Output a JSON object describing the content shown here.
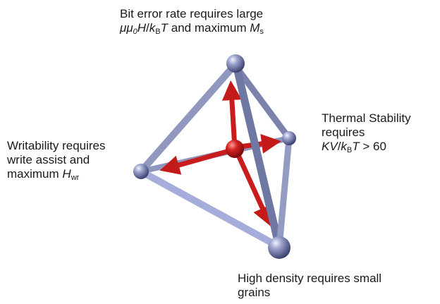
{
  "labels": {
    "top": {
      "line1": "Bit error rate requires large",
      "line2_prefix_italic": "μμ",
      "line2_sub_italic": "0",
      "line2_H": "H",
      "line2_slash": "/",
      "line2_k": "k",
      "line2_k_sub": "B",
      "line2_T": "T",
      "line2_mid": " and maximum ",
      "line2_M": "M",
      "line2_M_sub": "s"
    },
    "right": {
      "line1": "Thermal Stability",
      "line2": "requires",
      "line3_KV": "KV",
      "line3_slash": "/",
      "line3_k": "k",
      "line3_k_sub": "B",
      "line3_T": "T",
      "line3_rest": " > 60"
    },
    "left": {
      "line1": "Writability requires",
      "line2": "write assist and",
      "line3_prefix": "maximum ",
      "line3_H": "H",
      "line3_H_sub": "wr"
    },
    "bottom": {
      "line1": "High density requires small",
      "line2": "grains"
    }
  },
  "colors": {
    "rod": "#8f97bf",
    "rod_dark": "#5c648c",
    "sphere": "#6e78a8",
    "arrow": "#cc1f1f",
    "arrow_dark": "#8a0f0f"
  }
}
